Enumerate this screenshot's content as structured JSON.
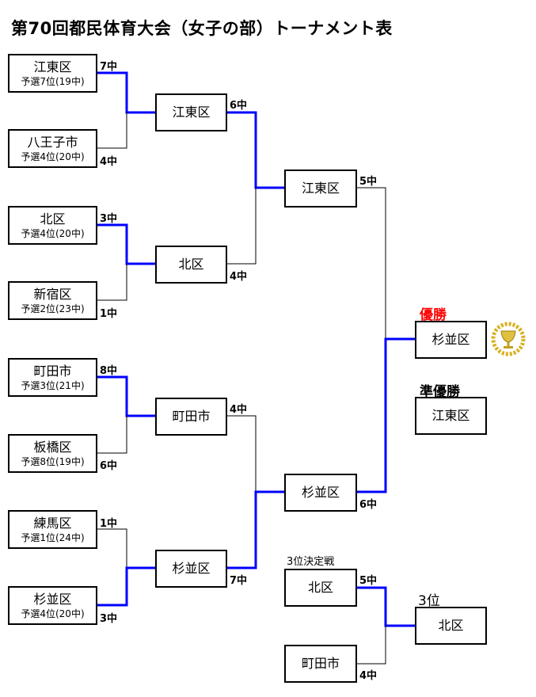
{
  "title": "第70回都民体育大会（女子の部）トーナメント表",
  "round1": [
    {
      "name": "江東区",
      "seed": "予選7位(19中)",
      "score": "7中"
    },
    {
      "name": "八王子市",
      "seed": "予選4位(20中)",
      "score": "4中"
    },
    {
      "name": "北区",
      "seed": "予選4位(20中)",
      "score": "3中"
    },
    {
      "name": "新宿区",
      "seed": "予選2位(23中)",
      "score": "1中"
    },
    {
      "name": "町田市",
      "seed": "予選3位(21中)",
      "score": "8中"
    },
    {
      "name": "板橋区",
      "seed": "予選8位(19中)",
      "score": "6中"
    },
    {
      "name": "練馬区",
      "seed": "予選1位(24中)",
      "score": "1中"
    },
    {
      "name": "杉並区",
      "seed": "予選4位(20中)",
      "score": "3中"
    }
  ],
  "round2": [
    {
      "name": "江東区",
      "score": "6中"
    },
    {
      "name": "北区",
      "score": "4中"
    },
    {
      "name": "町田市",
      "score": "4中"
    },
    {
      "name": "杉並区",
      "score": "7中"
    }
  ],
  "semis": [
    {
      "name": "江東区",
      "score": "5中"
    },
    {
      "name": "杉並区",
      "score": "6中"
    }
  ],
  "final": {
    "champion_label": "優勝",
    "champion": "杉並区",
    "runner_up_label": "準優勝",
    "runner_up": "江東区"
  },
  "third_place": {
    "match_label": "3位決定戦",
    "teams": [
      {
        "name": "北区",
        "score": "5中"
      },
      {
        "name": "町田市",
        "score": "4中"
      }
    ],
    "result_label": "3位",
    "winner": "北区"
  },
  "colors": {
    "winner_line": "#0000ff",
    "loser_line": "#000000",
    "champion_label": "#ff0000"
  }
}
